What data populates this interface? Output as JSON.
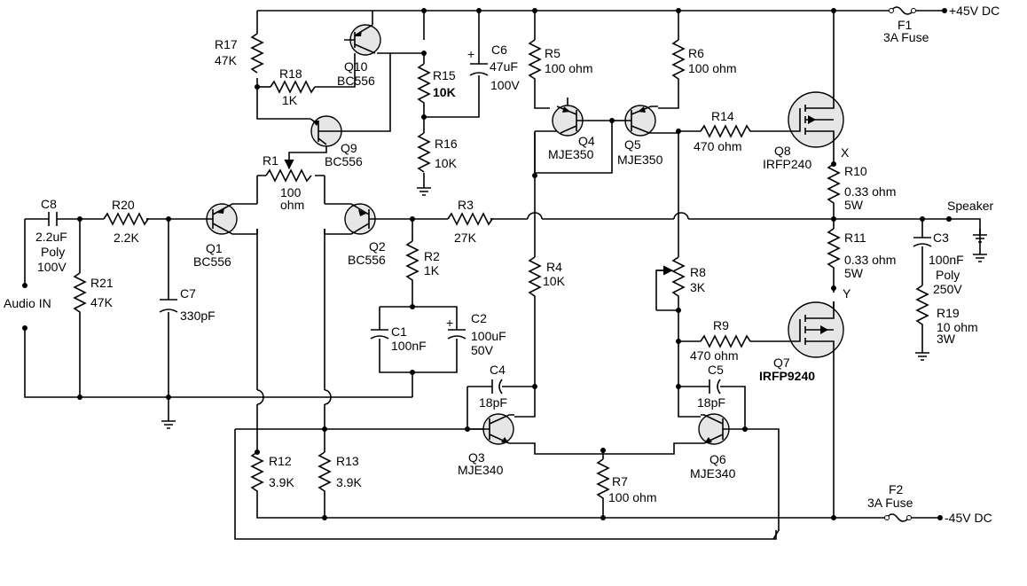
{
  "rails": {
    "positive": "+45V DC",
    "negative": "-45V DC",
    "speaker": "Speaker",
    "input": "Audio IN"
  },
  "fuses": [
    {
      "ref": "F1",
      "value": "3A Fuse"
    },
    {
      "ref": "F2",
      "value": "3A Fuse"
    }
  ],
  "resistors": [
    {
      "ref": "R1",
      "value": "100",
      "value2": "ohm"
    },
    {
      "ref": "R2",
      "value": "1K"
    },
    {
      "ref": "R3",
      "value": "27K"
    },
    {
      "ref": "R4",
      "value": "10K"
    },
    {
      "ref": "R5",
      "value": "100 ohm"
    },
    {
      "ref": "R6",
      "value": "100 ohm"
    },
    {
      "ref": "R7",
      "value": "100 ohm"
    },
    {
      "ref": "R8",
      "value": "3K"
    },
    {
      "ref": "R9",
      "value": "470 ohm"
    },
    {
      "ref": "R10",
      "value": "0.33 ohm",
      "value2": "5W"
    },
    {
      "ref": "R11",
      "value": "0.33 ohm",
      "value2": "5W"
    },
    {
      "ref": "R12",
      "value": "3.9K"
    },
    {
      "ref": "R13",
      "value": "3.9K"
    },
    {
      "ref": "R14",
      "value": "470 ohm"
    },
    {
      "ref": "R15",
      "value": "10K"
    },
    {
      "ref": "R16",
      "value": "10K"
    },
    {
      "ref": "R17",
      "value": "47K"
    },
    {
      "ref": "R18",
      "value": "1K"
    },
    {
      "ref": "R19",
      "value": "10 ohm",
      "value2": "3W"
    },
    {
      "ref": "R20",
      "value": "2.2K"
    },
    {
      "ref": "R21",
      "value": "47K"
    }
  ],
  "capacitors": [
    {
      "ref": "C1",
      "value": "100nF"
    },
    {
      "ref": "C2",
      "value": "100uF",
      "value2": "50V"
    },
    {
      "ref": "C3",
      "value": "100nF",
      "value2": "Poly",
      "value3": "250V"
    },
    {
      "ref": "C4",
      "value": "18pF"
    },
    {
      "ref": "C5",
      "value": "18pF"
    },
    {
      "ref": "C6",
      "value": "47uF",
      "value2": "100V"
    },
    {
      "ref": "C7",
      "value": "330pF"
    },
    {
      "ref": "C8",
      "value": "2.2uF",
      "value2": "Poly",
      "value3": "100V"
    }
  ],
  "transistors": [
    {
      "ref": "Q1",
      "part": "BC556"
    },
    {
      "ref": "Q2",
      "part": "BC556"
    },
    {
      "ref": "Q3",
      "part": "MJE340"
    },
    {
      "ref": "Q4",
      "part": "MJE350"
    },
    {
      "ref": "Q5",
      "part": "MJE350"
    },
    {
      "ref": "Q6",
      "part": "MJE340"
    },
    {
      "ref": "Q7",
      "part": "IRFP9240"
    },
    {
      "ref": "Q8",
      "part": "IRFP240"
    },
    {
      "ref": "Q9",
      "part": "BC556"
    },
    {
      "ref": "Q10",
      "part": "BC556"
    }
  ],
  "nodes": {
    "x": "X",
    "y": "Y"
  }
}
